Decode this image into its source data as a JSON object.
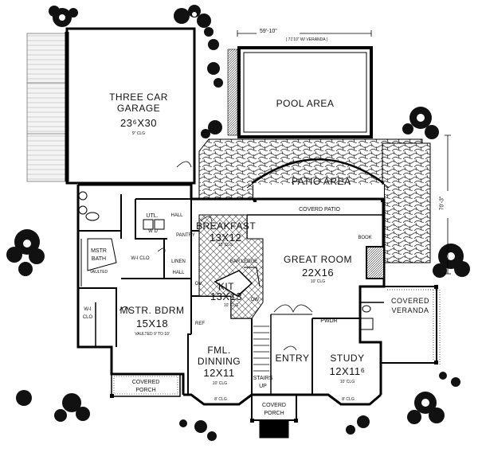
{
  "plan": {
    "overall_width": "59'-10\"",
    "overall_width_note": "( 71'10\" W/ VERANDA )",
    "overall_depth": "70'-3\""
  },
  "rooms": {
    "garage": {
      "name_1": "THREE CAR",
      "name_2": "GARAGE",
      "size": "23⁶X30",
      "ceiling": "9\" CLG"
    },
    "pool": {
      "name": "POOL AREA"
    },
    "patio": {
      "name": "PATIO AREA"
    },
    "covered_patio": {
      "name": "COVERD PATIO"
    },
    "breakfast": {
      "name": "BREAKFAST",
      "size": "13X12",
      "ceiling": "10' CLG"
    },
    "utility": {
      "name": "UTL."
    },
    "wd": {
      "name": "W D"
    },
    "hall_upper": {
      "name": "HALL"
    },
    "pantry": {
      "name": "PANTRY"
    },
    "linen": {
      "name_1": "LINEN",
      "name_2": "HALL"
    },
    "wic_upper": {
      "name": "W-I CLO"
    },
    "mstr_bath": {
      "name_1": "MSTR",
      "name_2": "BATH",
      "note": "VAULTED"
    },
    "wic_lower": {
      "name_1": "W-I",
      "name_2": "CLO"
    },
    "mstr_bdrm": {
      "name": "MSTR. BDRM",
      "size": "15X18",
      "note": "VAULTED 9' TO 10'"
    },
    "kitchen": {
      "name": "KIT",
      "size": "13X13",
      "ceiling": "10' CLG"
    },
    "ov": {
      "name": "OV"
    },
    "dw": {
      "name": "DW"
    },
    "ref": {
      "name": "REF"
    },
    "bar_stools": {
      "name": "BAR LEDGE"
    },
    "great_room": {
      "name": "GREAT ROOM",
      "size": "22X16",
      "ceiling": "10' CLG"
    },
    "book": {
      "name": "BOOK"
    },
    "covered_veranda": {
      "name_1": "COVERED",
      "name_2": "VERANDA"
    },
    "pwdr": {
      "name": "PWDR"
    },
    "entry": {
      "name": "ENTRY"
    },
    "study": {
      "name": "STUDY",
      "size": "12X11⁶",
      "ceiling": "10' CLG",
      "bay_ceiling": "8' CLG"
    },
    "dining": {
      "name": "FML.",
      "name_2": "DINNING",
      "size": "12X11",
      "ceiling": "10' CLG",
      "bay_ceiling": "8' CLG"
    },
    "stairs": {
      "name_1": "STAIRS",
      "name_2": "UP"
    },
    "covered_porch_left": {
      "name_1": "COVERED",
      "name_2": "PORCH"
    },
    "covered_porch_front": {
      "name_1": "COVERD",
      "name_2": "PORCH"
    }
  }
}
